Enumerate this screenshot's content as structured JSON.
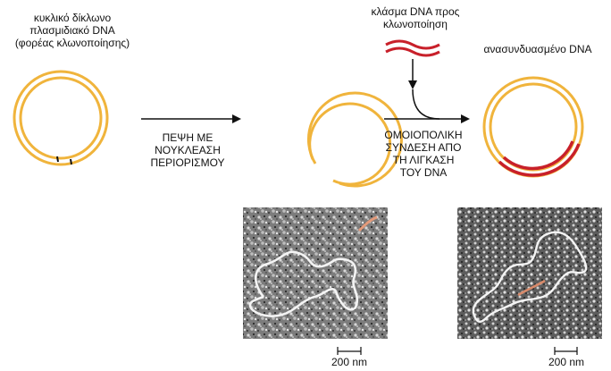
{
  "labels": {
    "plasmid": [
      "κυκλικό δίκλωνο",
      "πλασμιδιακό DNA",
      "(φορέας κλωνοποίησης)"
    ],
    "fragment": [
      "κλάσμα DNA προς",
      "κλωνοποίηση"
    ],
    "recombinant": "ανασυνδυασμένο DNA",
    "step1": [
      "ΠΕΨΗ ΜΕ",
      "ΝΟΥΚΛΕΑΣΗ",
      "ΠΕΡΙΟΡΙΣΜΟΥ"
    ],
    "step2": [
      "ΟΜΟΙΟΠΟΛΙΚΗ",
      "ΣΥΝΔΕΣΗ ΑΠΟ",
      "ΤΗ ΛΙΓΚΑΣΗ",
      "ΤΟΥ DNA"
    ]
  },
  "scale_bars": {
    "left": "200 nm",
    "right": "200 nm"
  },
  "colors": {
    "plasmid_strand": "#f0b43c",
    "insert_strand": "#c8202a",
    "arrow": "#111111",
    "micrograph_bg": "#8a8a8a"
  }
}
